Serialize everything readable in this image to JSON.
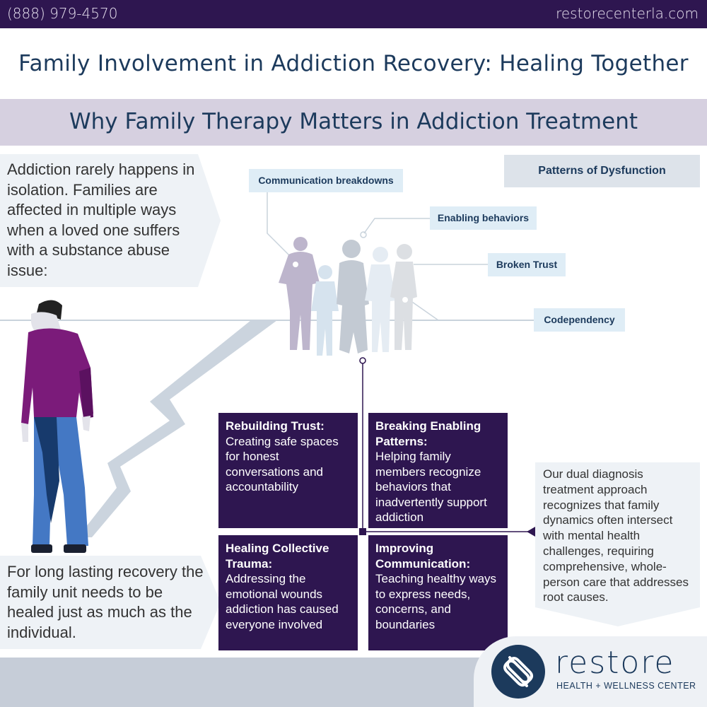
{
  "topbar": {
    "phone": "(888) 979-4570",
    "website": "restorecenterla.com"
  },
  "header": {
    "title": "Family Involvement in Addiction Recovery: Healing Together",
    "subtitle": "Why Family Therapy Matters in Addiction Treatment"
  },
  "intro": "Addiction rarely happens in isolation. Families are affected in multiple ways when a loved one suffers with a substance abuse issue:",
  "outro": "For long lasting recovery the family unit needs to be healed just as much as the individual.",
  "patterns": {
    "header": "Patterns of Dysfunction",
    "items": [
      "Communication breakdowns",
      "Enabling behaviors",
      "Broken Trust",
      "Codependency"
    ]
  },
  "quadrants": [
    {
      "title": "Rebuilding Trust:",
      "body": "Creating safe spaces for honest conversations and accountability"
    },
    {
      "title": "Breaking Enabling Patterns:",
      "body": "Helping family members recognize behaviors that inadvertently support addiction"
    },
    {
      "title": "Healing Collective Trauma:",
      "body": "Addressing the emotional wounds addiction has caused everyone involved"
    },
    {
      "title": "Improving Communication:",
      "body": "Teaching healthy ways to express needs, concerns, and boundaries"
    }
  ],
  "dual_diagnosis": "Our dual diagnosis treatment approach recognizes that family dynamics often intersect with mental health challenges, requiring comprehensive, whole-person care that addresses root causes.",
  "logo": {
    "name": "restore",
    "tagline": "HEALTH + WELLNESS CENTER"
  },
  "colors": {
    "dark_purple": "#2e1650",
    "navy": "#1c3a5c",
    "lavender_band": "#d6d0e0",
    "light_blue_label": "#dfedf6"
  }
}
